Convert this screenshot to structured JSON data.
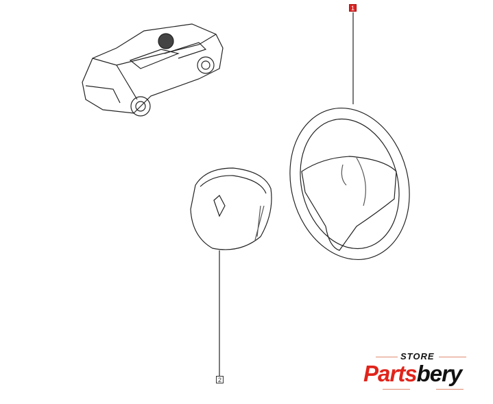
{
  "callouts": [
    {
      "number": "1",
      "color": "#dd2222"
    },
    {
      "number": "2"
    }
  ],
  "logo": {
    "store": "STORE",
    "brand_part1": "Parts",
    "brand_part2": "bery",
    "accent": "#e0241b"
  }
}
